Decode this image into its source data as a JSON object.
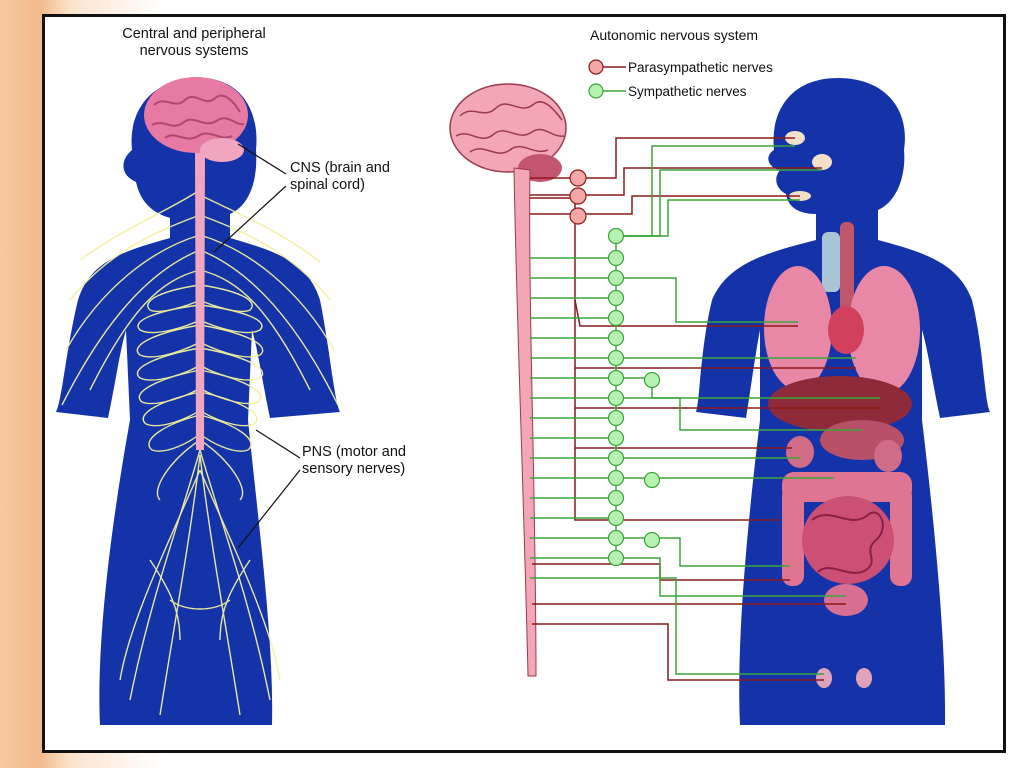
{
  "left_panel": {
    "title": "Central and peripheral\nnervous systems",
    "cns_label": "CNS (brain and\nspinal cord)",
    "pns_label": "PNS (motor and\nsensory nerves)"
  },
  "right_panel": {
    "title": "Autonomic nervous system",
    "legend": [
      {
        "label": "Parasympathetic nerves",
        "color": "#8b1a1a",
        "fill": "#f4a7a7"
      },
      {
        "label": "Sympathetic nerves",
        "color": "#3aa63a",
        "fill": "#b6f2b0"
      }
    ]
  },
  "colors": {
    "body": "#1433a8",
    "brain": "#e67aa3",
    "nerve": "#f3f09a",
    "spinal_cord": "#f0a6bf",
    "parasympathetic": "#8b1a1a",
    "sympathetic": "#3aa63a"
  }
}
